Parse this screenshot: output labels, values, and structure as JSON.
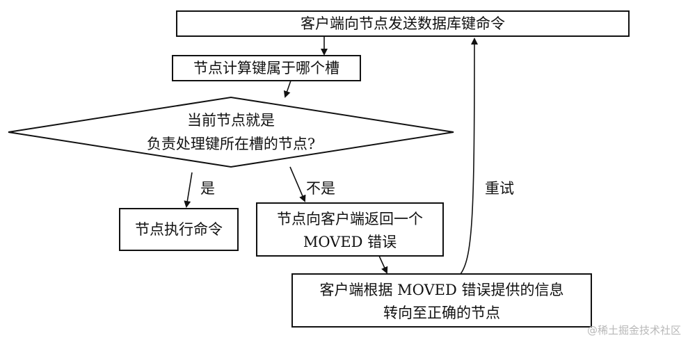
{
  "nodes": {
    "send_cmd": "客户端向节点发送数据库键命令",
    "compute_slot": "节点计算键属于哪个槽",
    "decision_line1": "当前节点就是",
    "decision_line2": "负责处理键所在槽的节点?",
    "execute": "节点执行命令",
    "moved_line1": "节点向客户端返回一个",
    "moved_line2": "MOVED 错误",
    "redirect_line1": "客户端根据 MOVED 错误提供的信息",
    "redirect_line2": "转向至正确的节点"
  },
  "edges": {
    "yes": "是",
    "no": "不是",
    "retry": "重试"
  },
  "watermark": "@稀土掘金技术社区",
  "colors": {
    "stroke": "#111111",
    "background": "#ffffff",
    "watermark": "#b8b8b8"
  }
}
